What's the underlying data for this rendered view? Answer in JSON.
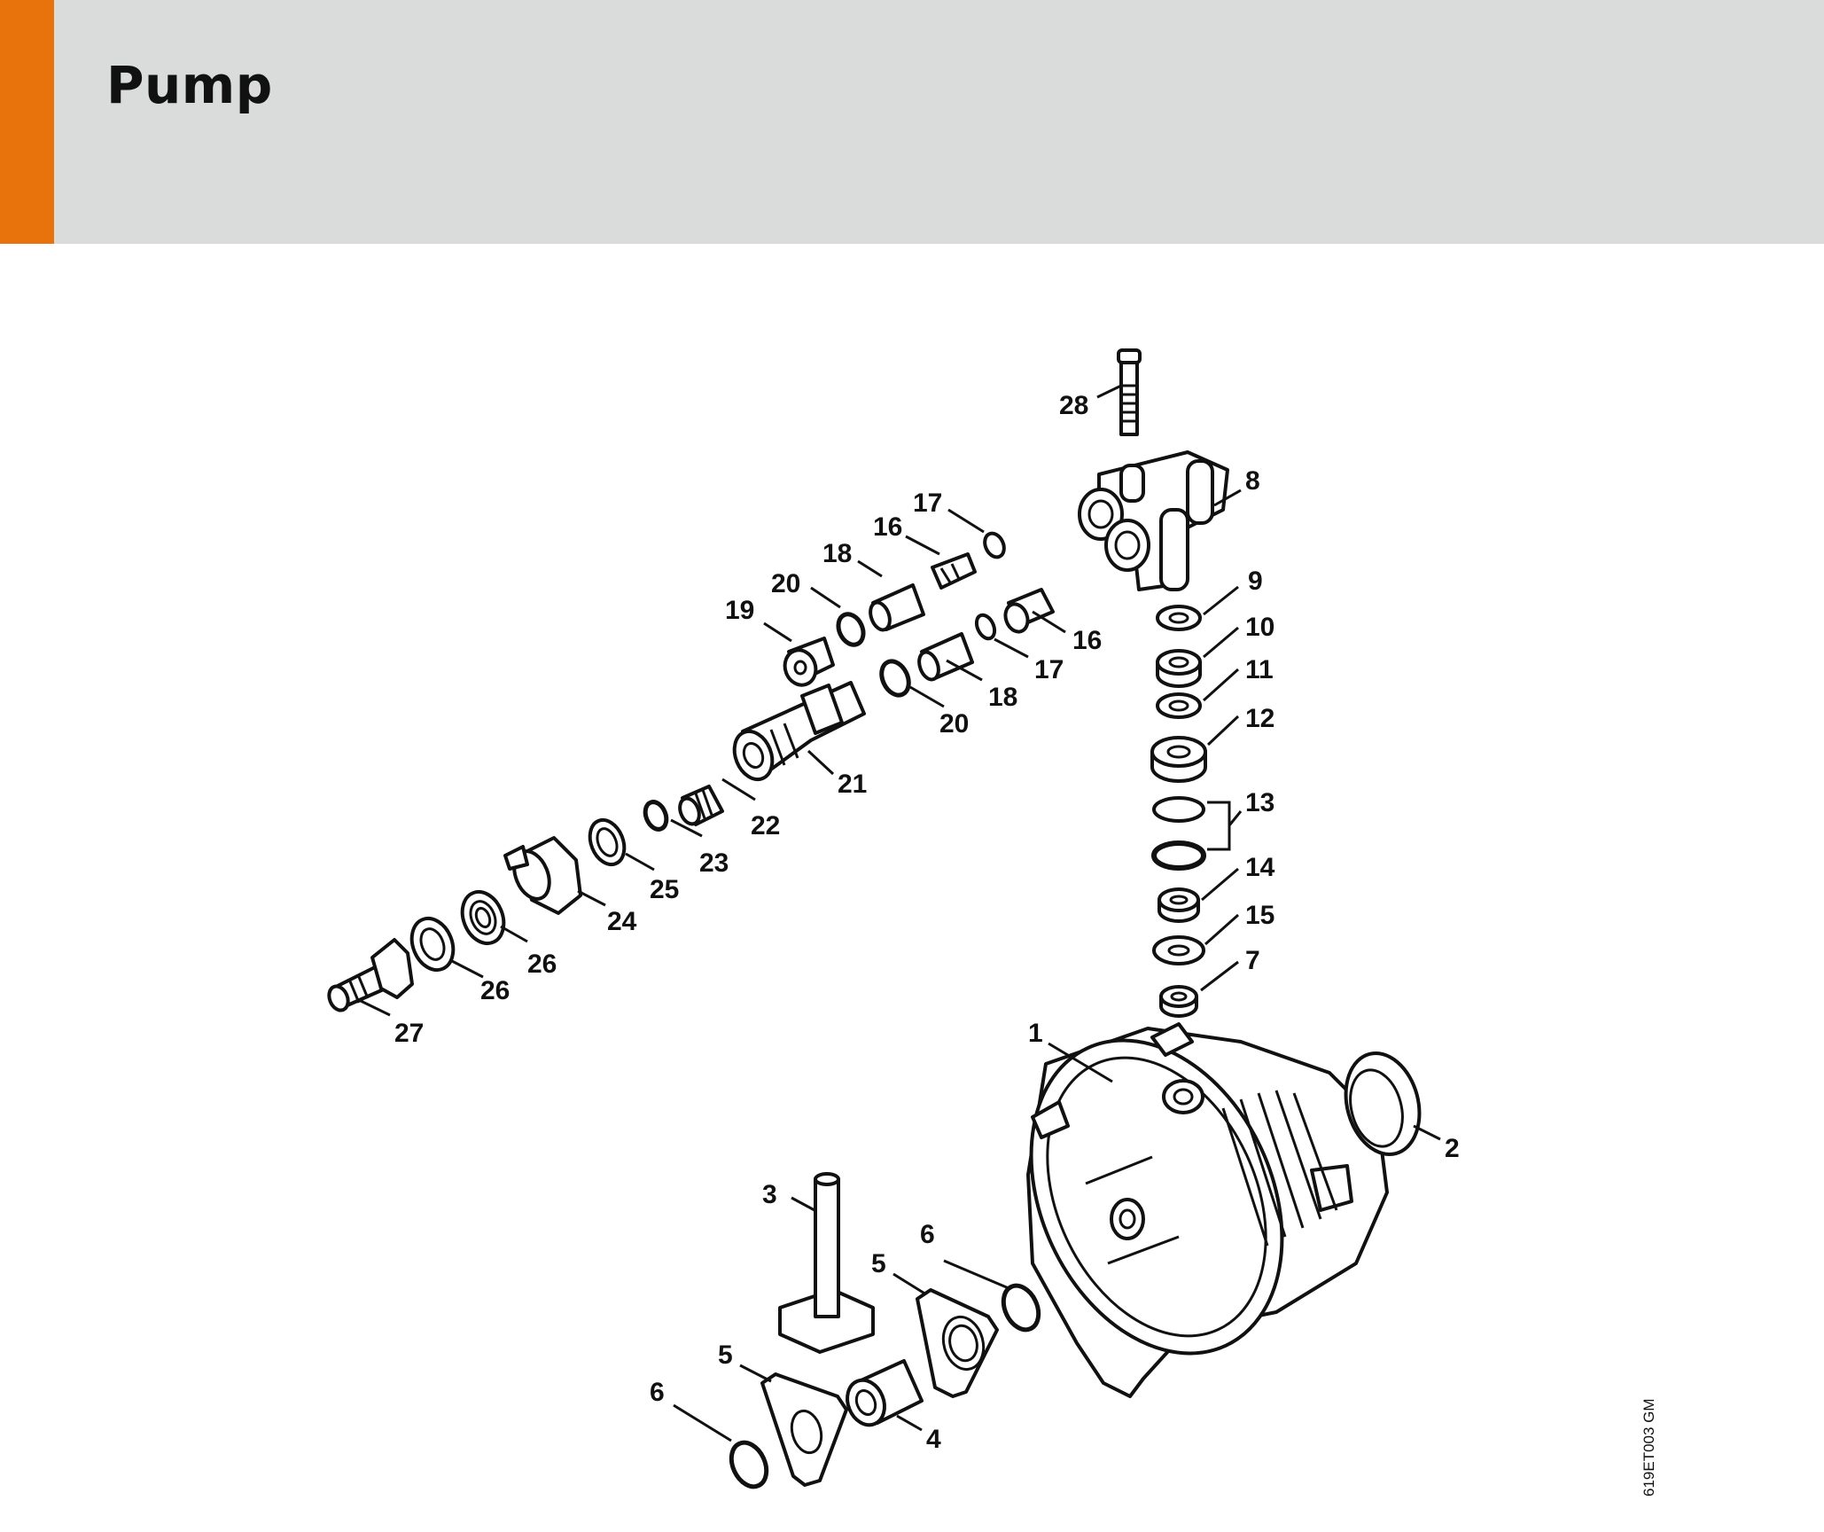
{
  "header": {
    "title": "Pump",
    "accent_color": "#e8720c",
    "background_color": "#dadbdb"
  },
  "diagram": {
    "drawing_code": "619ET003 GM",
    "labels": [
      {
        "id": "l28",
        "text": "28"
      },
      {
        "id": "l8",
        "text": "8"
      },
      {
        "id": "l17a",
        "text": "17"
      },
      {
        "id": "l16a",
        "text": "16"
      },
      {
        "id": "l18a",
        "text": "18"
      },
      {
        "id": "l20a",
        "text": "20"
      },
      {
        "id": "l19",
        "text": "19"
      },
      {
        "id": "l16b",
        "text": "16"
      },
      {
        "id": "l17b",
        "text": "17"
      },
      {
        "id": "l18b",
        "text": "18"
      },
      {
        "id": "l20b",
        "text": "20"
      },
      {
        "id": "l21",
        "text": "21"
      },
      {
        "id": "l22",
        "text": "22"
      },
      {
        "id": "l23",
        "text": "23"
      },
      {
        "id": "l25",
        "text": "25"
      },
      {
        "id": "l24",
        "text": "24"
      },
      {
        "id": "l26a",
        "text": "26"
      },
      {
        "id": "l26b",
        "text": "26"
      },
      {
        "id": "l27",
        "text": "27"
      },
      {
        "id": "l9",
        "text": "9"
      },
      {
        "id": "l10",
        "text": "10"
      },
      {
        "id": "l11",
        "text": "11"
      },
      {
        "id": "l12",
        "text": "12"
      },
      {
        "id": "l13",
        "text": "13"
      },
      {
        "id": "l14",
        "text": "14"
      },
      {
        "id": "l15",
        "text": "15"
      },
      {
        "id": "l7",
        "text": "7"
      },
      {
        "id": "l1",
        "text": "1"
      },
      {
        "id": "l2",
        "text": "2"
      },
      {
        "id": "l3",
        "text": "3"
      },
      {
        "id": "l6a",
        "text": "6"
      },
      {
        "id": "l5a",
        "text": "5"
      },
      {
        "id": "l5b",
        "text": "5"
      },
      {
        "id": "l6b",
        "text": "6"
      },
      {
        "id": "l4",
        "text": "4"
      }
    ]
  }
}
